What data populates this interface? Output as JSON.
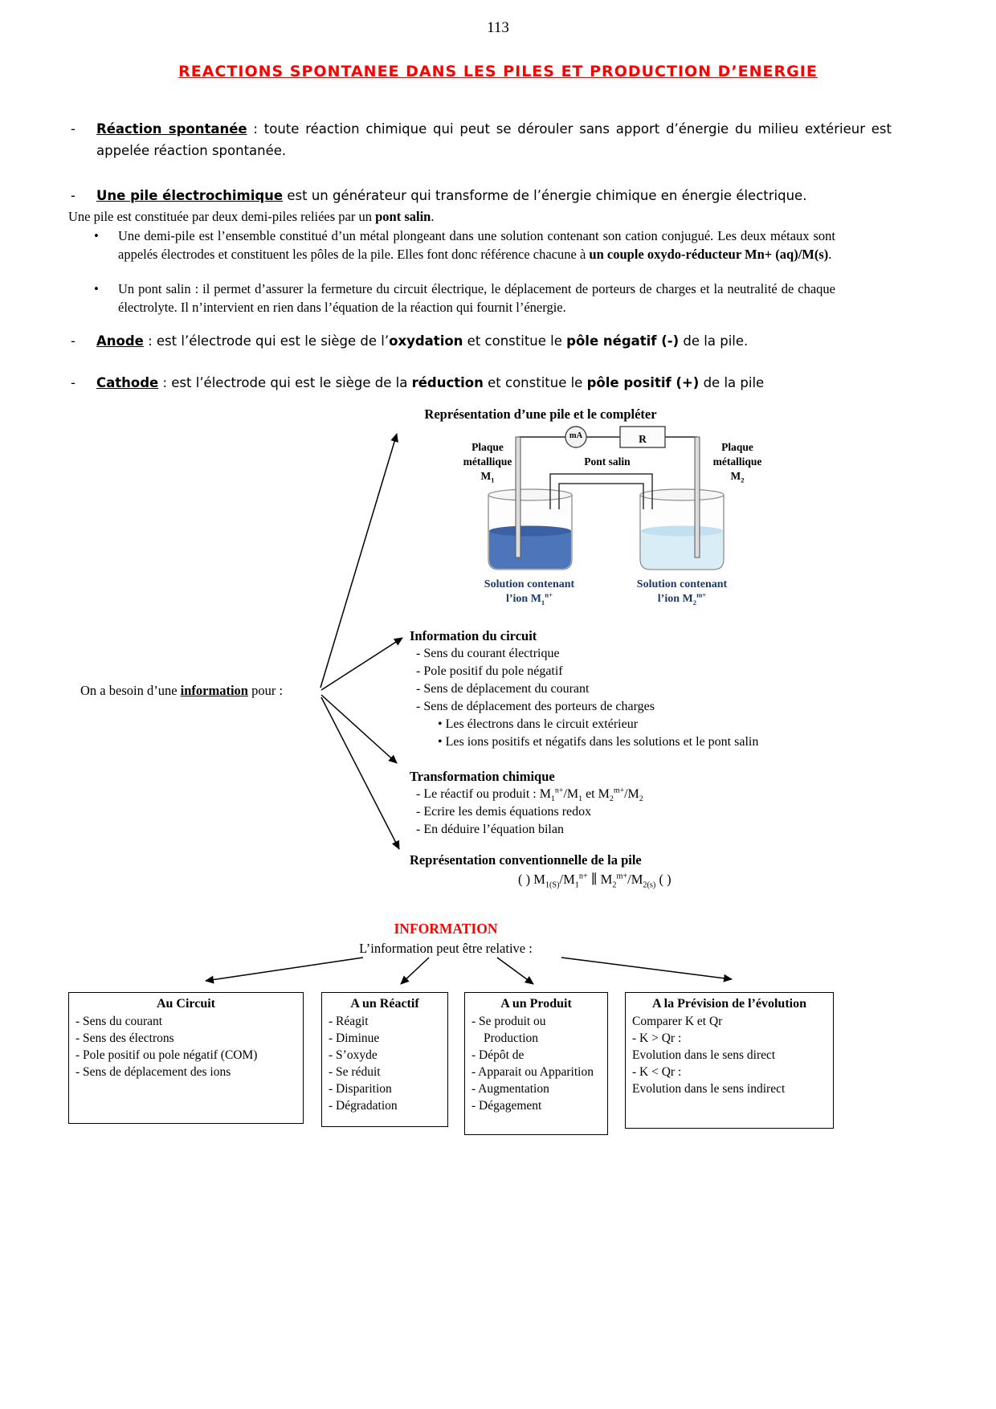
{
  "page": {
    "number": "113",
    "title": "REACTIONS SPONTANEE DANS LES PILES ET PRODUCTION D’ENERGIE",
    "title_color": "#ff0000"
  },
  "defs": {
    "reaction": {
      "marker": "-",
      "term": "Réaction spontanée",
      "rest": " : toute réaction chimique qui peut se dérouler sans apport d’énergie du milieu extérieur est appelée réaction spontanée."
    },
    "pile": {
      "marker": "-",
      "term": "Une pile électrochimique",
      "rest": " est un générateur qui transforme de l’énergie chimique en énergie électrique."
    },
    "pile_intro": {
      "pre": "Une pile est constituée par deux demi-piles reliées par un ",
      "bold": "pont salin",
      "post": "."
    },
    "bullet1": {
      "marker": "•",
      "pre": "Une demi-pile est l’ensemble constitué d’un métal plongeant dans une solution contenant son cation conjugué. Les deux métaux sont appelés électrodes et constituent les pôles de la pile. Elles font donc référence chacune à ",
      "bold": "un couple oxydo-réducteur Mn+ (aq)/M(s)",
      "post": "."
    },
    "bullet2": {
      "marker": "•",
      "pre": "Un pont salin : il permet d’assurer la fermeture du circuit électrique, le déplacement de porteurs de charges et la neutralité de chaque électrolyte. Il n’intervient en rien dans l’équation de la réaction qui fournit l’énergie.",
      "bold": "",
      "post": ""
    },
    "anode": {
      "marker": "-",
      "term": "Anode",
      "p1": " : est l’électrode qui est le siège de l’",
      "b1": "oxydation",
      "p2": " et constitue le ",
      "b2": "pôle négatif (-)",
      "p3": " de la pile."
    },
    "cathode": {
      "marker": "-",
      "term": "Cathode",
      "p1": " : est l’électrode qui est le siège de la ",
      "b1": "réduction",
      "p2": " et constitue le ",
      "b2": "pôle positif (+)",
      "p3": " de la pile"
    }
  },
  "diagram": {
    "title": "Représentation d’une pile et le compléter",
    "ammeter_label": "mA",
    "resistor_label": "R",
    "pont_salin_label": "Pont salin",
    "plaque_left": {
      "l1": "Plaque",
      "l2": "métallique",
      "base": "M",
      "sub": "1"
    },
    "plaque_right": {
      "l1": "Plaque",
      "l2": "métallique",
      "base": "M",
      "sub": "2"
    },
    "solution_left": {
      "l1": "Solution contenant",
      "l2": "l’ion M",
      "sub": "1",
      "sup": "n+"
    },
    "solution_right": {
      "l1": "Solution contenant",
      "l2": "l’ion M",
      "sub": "2",
      "sup": "m+"
    },
    "solution_left_color": "#4d76ba",
    "solution_right_color": "#d9edf7"
  },
  "need": {
    "pre": "On a besoin d’une ",
    "bold": "information",
    "post": " pour :"
  },
  "info_circuit": {
    "title": "Information du circuit",
    "items": [
      "- Sens du courant électrique",
      "- Pole positif du pole négatif",
      "- Sens de déplacement du courant",
      "- Sens de déplacement des porteurs de charges"
    ],
    "subitems": [
      "• Les électrons dans le circuit extérieur",
      "• Les ions positifs et négatifs dans les solutions et le pont salin"
    ]
  },
  "transformation": {
    "title": "Transformation chimique",
    "item1": {
      "t1": "- Le réactif ou produit : M",
      "sub1": "1",
      "sup1": "n+",
      "t2": "/M",
      "sub2": "1",
      "t3": "  et  M",
      "sub3": "2",
      "sup2": "m+",
      "t4": "/M",
      "sub4": "2"
    },
    "item2": "- Ecrire les demis équations redox",
    "item3": "- En déduire l’équation bilan"
  },
  "convention": {
    "title": "Représentation conventionnelle de la pile",
    "formula": {
      "t1": "( ) M",
      "sub1": "1(S)",
      "t2": "/M",
      "sub2": "1",
      "sup1": "n+",
      "t3": " ∥ M",
      "sub3": "2",
      "sup2": "m+",
      "t4": "/M",
      "sub4": "2(s)",
      "t5": " ( )"
    }
  },
  "information_section": {
    "heading": "INFORMATION",
    "heading_color": "#ff0000",
    "subtitle": "L’information peut être relative :",
    "boxes": [
      {
        "title": "Au Circuit",
        "items": [
          "- Sens du courant",
          "- Sens des électrons",
          "- Pole positif ou pole négatif (COM)",
          "- Sens de déplacement des ions"
        ]
      },
      {
        "title": "A un Réactif",
        "items": [
          "- Réagit",
          "- Diminue",
          "- S’oxyde",
          "- Se réduit",
          "- Disparition",
          "- Dégradation"
        ]
      },
      {
        "title": "A un Produit",
        "items": [
          "- Se produit  ou Production",
          "- Dépôt de",
          "- Apparait ou Apparition",
          "- Augmentation",
          "- Dégagement"
        ]
      },
      {
        "title": "A la Prévision de l’évolution",
        "items": [
          "Comparer K et Qr",
          "- K > Qr :",
          "Evolution dans le sens direct",
          "- K < Qr :",
          "Evolution dans le sens indirect"
        ]
      }
    ]
  }
}
